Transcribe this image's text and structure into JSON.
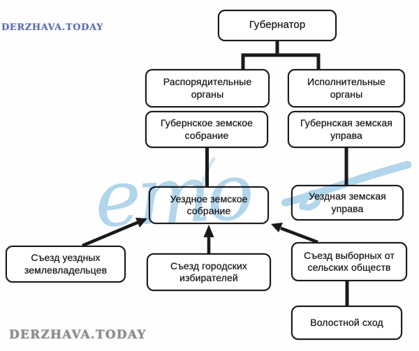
{
  "diagram": {
    "nodes": {
      "governor": "Губернатор",
      "administrative": "Распорядительные органы",
      "executive": "Исполнительные органы",
      "provincial_assembly": "Губернское земское собрание",
      "provincial_board": "Губернская земская управа",
      "district_assembly": "Уездное земское собрание",
      "district_board": "Уездная земская управа",
      "landowners_congress": "Съезд уездных землевладельцев",
      "city_voters_congress": "Съезд городских избирателей",
      "rural_societies_congress": "Съезд выборных от сельских обществ",
      "volost_assembly": "Волостной сход"
    }
  },
  "watermarks": {
    "top_left": "DERZHAVA.TODAY",
    "bottom_left": "DERZHAVA.TODAY",
    "script": "ето"
  },
  "colors": {
    "line": "#1a1a1a",
    "box_border": "#1b1b1b",
    "watermark_blue": "#74b4da",
    "watermark_gray": "#8a8a8a",
    "watermark_navy": "#43549e"
  }
}
